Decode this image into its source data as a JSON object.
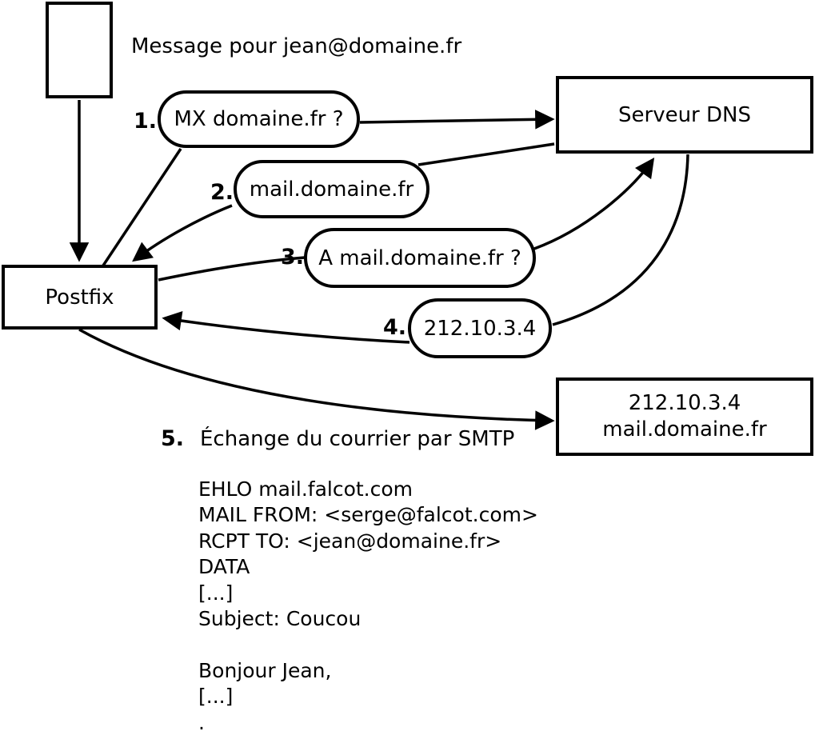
{
  "diagram": {
    "title_note": "Message pour jean@domaine.fr",
    "nodes": {
      "postfix": "Postfix",
      "dns_server": "Serveur DNS",
      "mail_server_line1": "212.10.3.4",
      "mail_server_line2": "mail.domaine.fr"
    },
    "steps": [
      {
        "number": "1.",
        "label": "MX domaine.fr ?"
      },
      {
        "number": "2.",
        "label": "mail.domaine.fr"
      },
      {
        "number": "3.",
        "label": "A mail.domaine.fr ?"
      },
      {
        "number": "4.",
        "label": "212.10.3.4"
      },
      {
        "number": "5.",
        "label": "Échange du courrier par SMTP"
      }
    ],
    "smtp_session_lines": [
      "EHLO mail.falcot.com",
      "MAIL FROM: <serge@falcot.com>",
      "RCPT TO: <jean@domaine.fr>",
      "DATA",
      "[...]",
      "Subject: Coucou",
      "",
      "Bonjour Jean,",
      "[...]",
      "."
    ]
  },
  "colors": {
    "stroke": "#000000",
    "background": "#ffffff"
  }
}
